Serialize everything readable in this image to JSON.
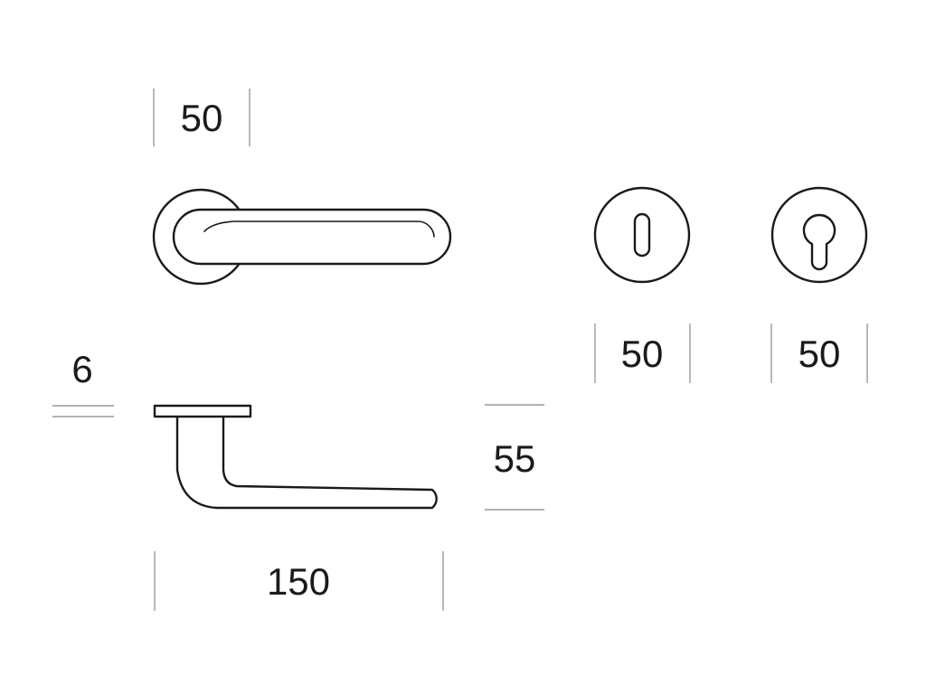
{
  "dimensions": {
    "rose_width": "50",
    "escutcheon_key_width": "50",
    "escutcheon_cylinder_width": "50",
    "rose_thickness": "6",
    "handle_height": "55",
    "handle_length": "150"
  },
  "colors": {
    "line": "#1a1a1a",
    "extension_line": "#9a9a9a",
    "background": "#ffffff"
  }
}
